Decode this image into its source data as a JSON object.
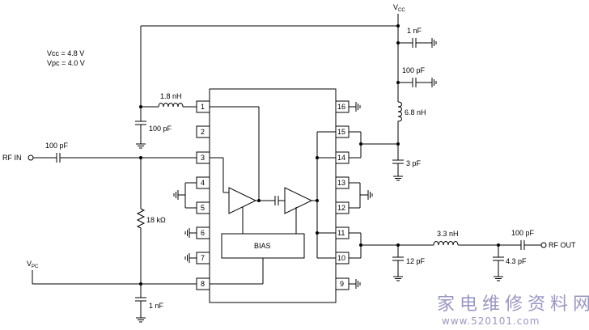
{
  "supply": {
    "vcc_terminal": "V",
    "vcc_sub": "CC",
    "vcc_value": "Vcc = 4.8 V",
    "vpc_value": "Vpc = 4.0 V",
    "vpc_terminal": "V",
    "vpc_sub": "PC"
  },
  "ports": {
    "rf_in": "RF IN",
    "rf_out": "RF OUT"
  },
  "components": {
    "l_in": "1.8 nH",
    "c_pin1": "100 pF",
    "c_in": "100 pF",
    "r_bias": "18 kΩ",
    "c_pin8": "1 nF",
    "c_vcc1": "1 nF",
    "c_vcc2": "100 pF",
    "l_vcc": "6.8 nH",
    "c_pin14": "3 pF",
    "l_out": "3.3 nH",
    "c_out1": "12 pF",
    "c_out2": "4.3 pF",
    "c_out": "100 pF"
  },
  "ic": {
    "bias_label": "BIAS",
    "pins_left": [
      "1",
      "2",
      "3",
      "4",
      "5",
      "6",
      "7",
      "8"
    ],
    "pins_right": [
      "16",
      "15",
      "14",
      "13",
      "12",
      "11",
      "10",
      "9"
    ]
  },
  "watermark": {
    "chinese": "家电维修资料网",
    "url": "www.520101.com"
  }
}
